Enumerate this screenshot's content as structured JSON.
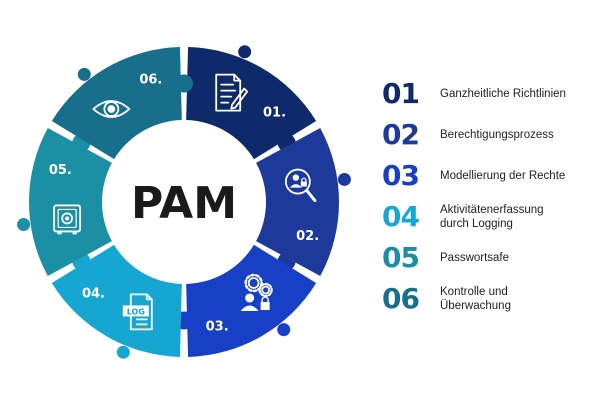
{
  "center_label": "PAM",
  "segments": [
    {
      "num": "01.",
      "color": "#0f2a6b",
      "icon": "document-pen-icon"
    },
    {
      "num": "02.",
      "color": "#1d3a9b",
      "icon": "user-search-lock-icon"
    },
    {
      "num": "03.",
      "color": "#1740c6",
      "icon": "user-gears-lock-icon"
    },
    {
      "num": "04.",
      "color": "#15a7d1",
      "icon": "log-file-icon"
    },
    {
      "num": "05.",
      "color": "#1b8fa3",
      "icon": "safe-icon"
    },
    {
      "num": "06.",
      "color": "#176f8b",
      "icon": "eye-icon"
    }
  ],
  "legend": [
    {
      "num": "01",
      "text": "Ganzheitliche Richtlinien",
      "color": "#0f2a6b"
    },
    {
      "num": "02",
      "text": "Berechtigungsprozess",
      "color": "#1d3a9b"
    },
    {
      "num": "03",
      "text": "Modellierung der Rechte",
      "color": "#1740c6"
    },
    {
      "num": "04",
      "text": "Aktivitätenerfassung\ndurch Logging",
      "color": "#15a7d1"
    },
    {
      "num": "05",
      "text": "Passwortsafe",
      "color": "#1b8fa3"
    },
    {
      "num": "06",
      "text": "Kontrolle und\nÜberwachung",
      "color": "#176f8b"
    }
  ],
  "icons": {
    "log_label": "LOG"
  }
}
